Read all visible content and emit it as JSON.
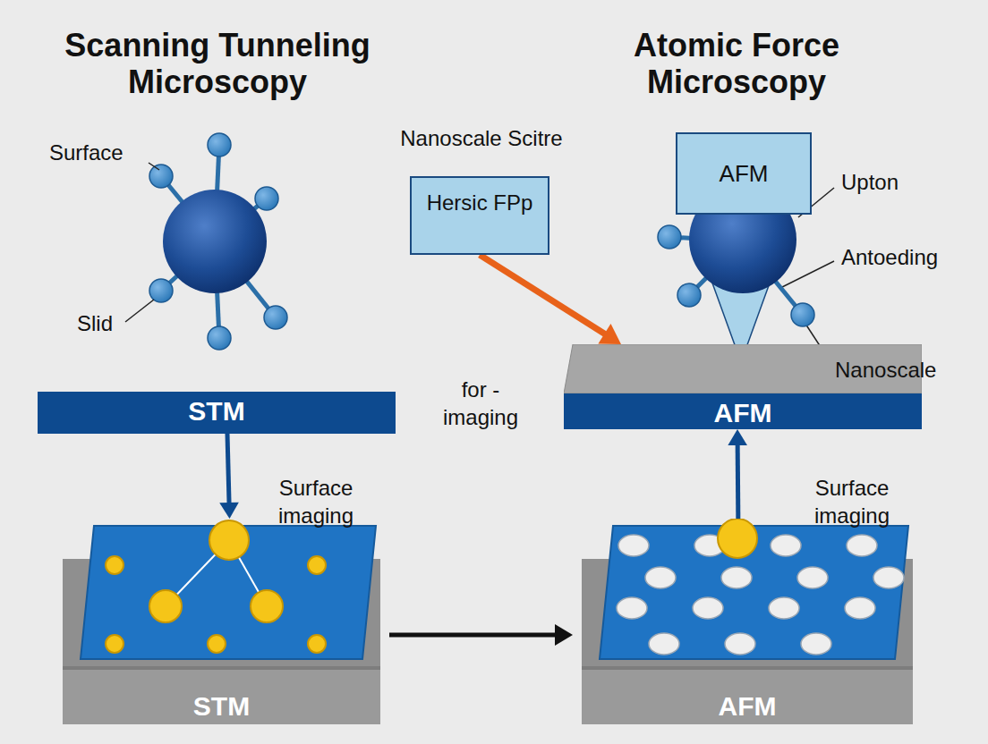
{
  "diagram": {
    "nodes": [
      {
        "text": [
          "STM"
        ]
      },
      {
        "text": [
          "Nanoscale Scitre",
          "Hersic FPp"
        ]
      },
      {
        "text": [
          "AFM"
        ]
      },
      {
        "text": [
          "AFM"
        ]
      },
      {
        "text": [
          "STM"
        ]
      },
      {
        "text": [
          "AFM"
        ]
      }
    ],
    "edges": [
      {
        "from": 0,
        "to": 4,
        "arrow": "to"
      },
      {
        "from": 1,
        "to": 3,
        "arrow": "to"
      },
      {
        "from": 4,
        "to": 5,
        "arrow": "to"
      },
      {
        "from": 5,
        "to": 3,
        "arrow": "to"
      }
    ],
    "labels": [
      "Scanning Tunneling Microscopy",
      "Atomic Force Microscopy",
      "Surface",
      "Slid",
      "Upton",
      "Antoeding",
      "Nanoscale",
      "for - imaging",
      "Surface imaging",
      "Surface imaging"
    ]
  }
}
